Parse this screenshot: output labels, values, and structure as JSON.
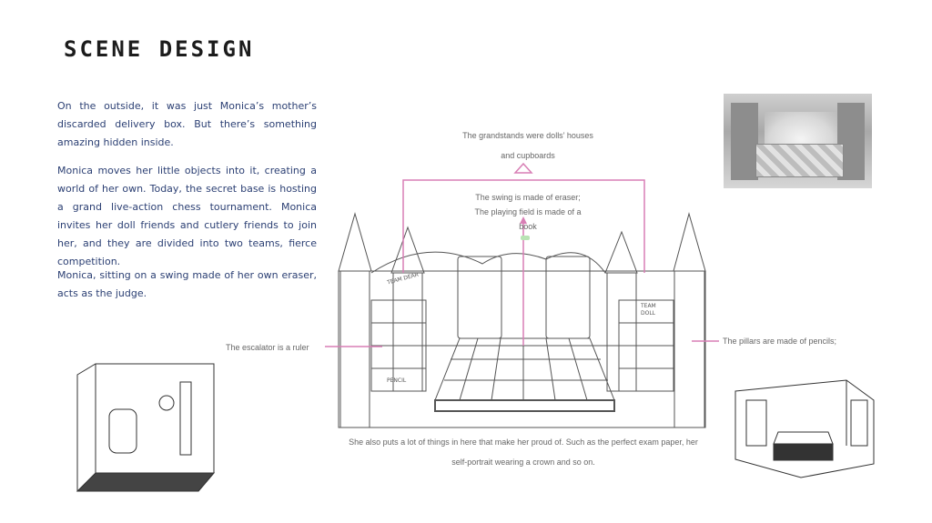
{
  "title": "SCENE DESIGN",
  "story": [
    "On the outside, it was just Monica’s mother’s discarded delivery box. But there’s something amazing hidden inside.",
    "Monica moves her little objects into it, creating a world of her own. Today, the secret base is hosting a grand live-action chess tournament. Monica invites her doll friends and cutlery friends to join her, and they are divided into two teams, fierce competition.",
    "Monica, sitting on a swing made of her own eraser, acts as the judge."
  ],
  "annotations": {
    "grandstands_line1": "The grandstands were dolls’ houses",
    "grandstands_line2": "and cupboards",
    "swing_line1": "The swing is made of eraser;",
    "swing_line2": "The playing field is made of a",
    "swing_line3": "book",
    "escalator": "The escalator is a ruler",
    "pillars": "The pillars are made of pencils;",
    "bottom_line1": "She also puts a lot of things in here that make her proud of. Such as the perfect exam paper, her",
    "bottom_line2": "self-portrait wearing a crown and so on."
  },
  "sketch_labels": {
    "team_left": "TEAM DEAR",
    "team_right": "TEAM DOLL",
    "pencil": "PENCIL"
  },
  "colors": {
    "accent_pink": "#d87fb5",
    "text_blue": "#2b3f73",
    "annotation_grey": "#666666"
  }
}
